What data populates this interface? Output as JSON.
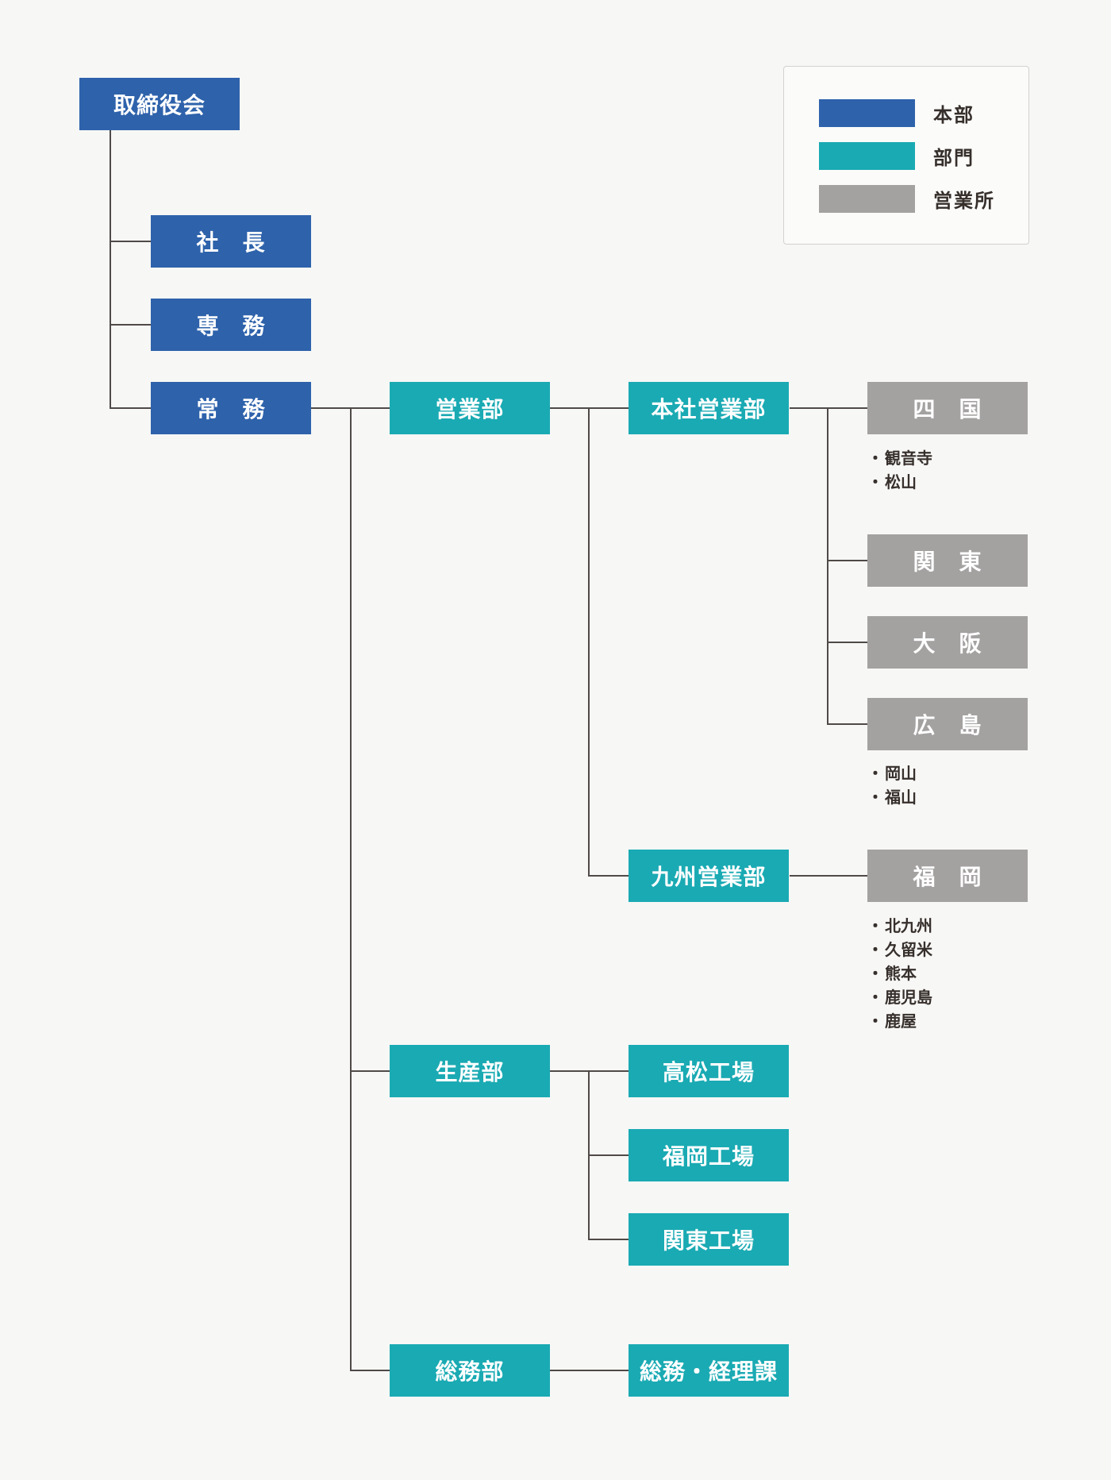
{
  "marks": {
    "bullet": "・"
  },
  "colors": {
    "headquarters": "#2e62ab",
    "department": "#1aaab3",
    "sales_office": "#a4a2a1",
    "connector": "#4f4a47",
    "text": "#362f2b",
    "box_text": "#ffffff",
    "background": "#f7f7f6"
  },
  "legend": {
    "items": [
      {
        "label": "本部",
        "color": "#2e62ab"
      },
      {
        "label": "部門",
        "color": "#1aaab3"
      },
      {
        "label": "営業所",
        "color": "#a4a2a1"
      }
    ]
  },
  "org": {
    "board": {
      "label": "取締役会"
    },
    "executives": [
      {
        "label": "社　長"
      },
      {
        "label": "専　務"
      },
      {
        "label": "常　務"
      }
    ],
    "departments": {
      "sales": {
        "label": "営業部",
        "divisions": [
          {
            "label": "本社営業部",
            "offices": [
              {
                "label": "四　国",
                "branches": [
                  "観音寺",
                  "松山"
                ]
              },
              {
                "label": "関　東",
                "branches": []
              },
              {
                "label": "大　阪",
                "branches": []
              },
              {
                "label": "広　島",
                "branches": [
                  "岡山",
                  "福山"
                ]
              }
            ]
          },
          {
            "label": "九州営業部",
            "offices": [
              {
                "label": "福　岡",
                "branches": [
                  "北九州",
                  "久留米",
                  "熊本",
                  "鹿児島",
                  "鹿屋"
                ]
              }
            ]
          }
        ]
      },
      "production": {
        "label": "生産部",
        "factories": [
          {
            "label": "高松工場"
          },
          {
            "label": "福岡工場"
          },
          {
            "label": "関東工場"
          }
        ]
      },
      "general_affairs": {
        "label": "総務部",
        "sections": [
          {
            "label": "総務・経理課"
          }
        ]
      }
    }
  }
}
